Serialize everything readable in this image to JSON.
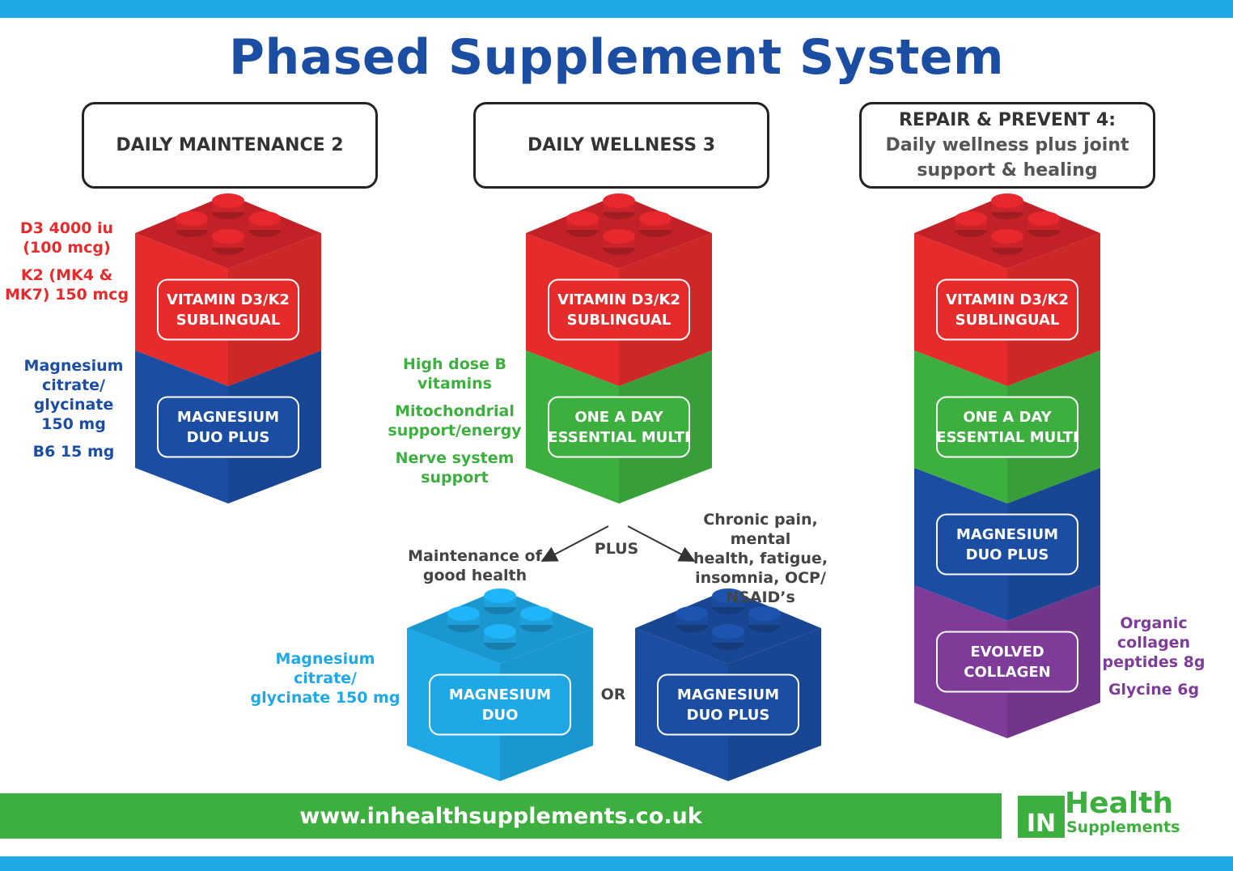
{
  "title": "Phased Supplement System",
  "phases": [
    {
      "heading": "DAILY MAINTENANCE 2",
      "subheading": ""
    },
    {
      "heading": "DAILY WELLNESS 3",
      "subheading": ""
    },
    {
      "heading": "REPAIR & PREVENT 4:",
      "subheading": "Daily wellness plus joint support & healing"
    }
  ],
  "blocks": {
    "vitamin": "VITAMIN D3/K2\nSUBLINGUAL",
    "magnesium_duo_plus": "MAGNESIUM\nDUO PLUS",
    "one_a_day": "ONE A DAY\nESSENTIAL MULTI",
    "evolved_collagen": "EVOLVED\nCOLLAGEN",
    "magnesium_duo": "MAGNESIUM\nDUO"
  },
  "notes": {
    "d3": "D3 4000 iu\n(100 mcg)",
    "k2": "K2 (MK4 &\nMK7) 150 mcg",
    "mg_left": "Magnesium\ncitrate/\nglycinate\n150 mg",
    "b6": "B6 15 mg",
    "b_vitamins": "High dose B\nvitamins",
    "mito": "Mitochondrial\nsupport/energy",
    "nerve": "Nerve system\nsupport",
    "collagen": "Organic\ncollagen\npeptides 8g",
    "glycine": "Glycine 6g",
    "mg_bottom": "Magnesium\ncitrate/\nglycinate 150 mg",
    "maintenance": "Maintenance of\ngood health",
    "plus": "PLUS",
    "conditions": "Chronic pain, mental\nhealth, fatigue,\ninsomnia, OCP/\nNSAID’s",
    "or": "OR"
  },
  "footer": {
    "url": "www.inhealthsupplements.co.uk"
  },
  "logo": {
    "in": "IN",
    "health": "Health",
    "supplements": "Supplements"
  },
  "colors": {
    "red": "#e52b2b",
    "red_top": "#d6252b",
    "green": "#3daf3f",
    "dark_blue": "#1b4ea3",
    "purple": "#7e3b98",
    "light_blue": "#1ea8e6",
    "title": "#1b4ea3"
  }
}
